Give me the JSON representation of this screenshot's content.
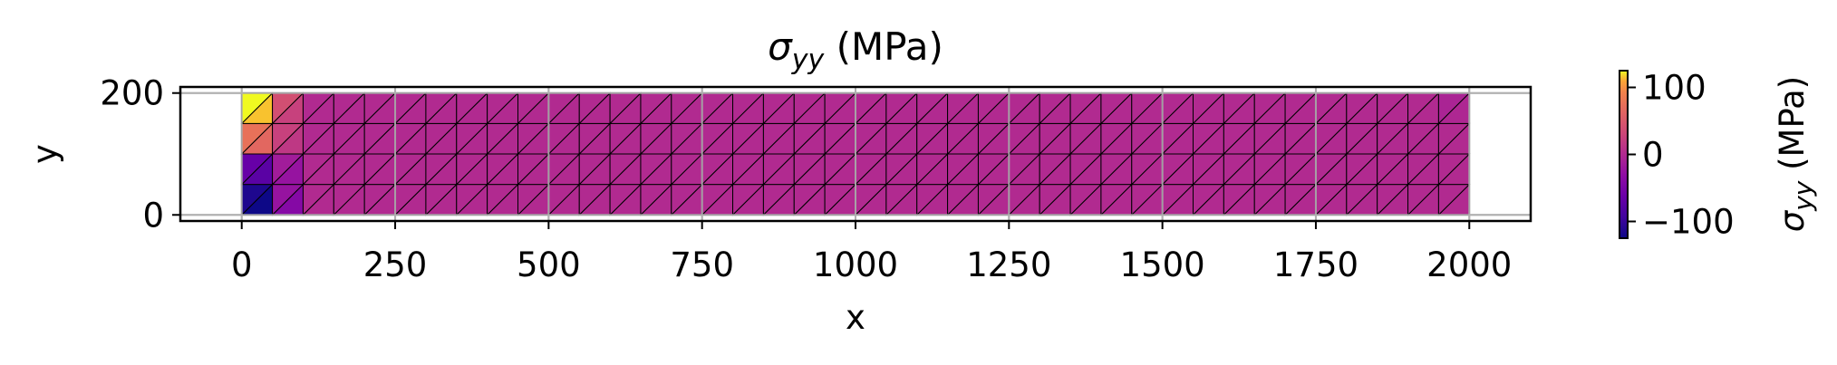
{
  "chart_data": {
    "type": "heatmap",
    "title_symbol": "σ",
    "title_subscript": "yy",
    "title_unit": " (MPa)",
    "xlabel": "x",
    "ylabel": "y",
    "xlim": [
      -100,
      2100
    ],
    "ylim": [
      -10,
      210
    ],
    "xticks": [
      "0",
      "250",
      "500",
      "750",
      "1000",
      "1250",
      "1500",
      "1750",
      "2000"
    ],
    "xtick_values": [
      0,
      250,
      500,
      750,
      1000,
      1250,
      1500,
      1750,
      2000
    ],
    "yticks": [
      "0",
      "200"
    ],
    "ytick_values": [
      0,
      200
    ],
    "grid": true,
    "colormap": "plasma",
    "mesh": {
      "x_range": [
        0,
        2000
      ],
      "y_range": [
        0,
        200
      ],
      "nx": 40,
      "ny": 4,
      "triangulation": "each square split by diagonal from lower-left to upper-right",
      "edge_color": "#000000"
    },
    "element_values_note": "sigma_yy per element (MPa); unlisted elements are about 0",
    "stress_field": [
      {
        "col": 0,
        "row": 0,
        "lower": -125,
        "upper": -115
      },
      {
        "col": 0,
        "row": 1,
        "lower": -75,
        "upper": -65
      },
      {
        "col": 0,
        "row": 2,
        "lower": 65,
        "upper": 75
      },
      {
        "col": 0,
        "row": 3,
        "lower": 115,
        "upper": 125
      },
      {
        "col": 1,
        "row": 0,
        "lower": -40,
        "upper": -25
      },
      {
        "col": 1,
        "row": 1,
        "lower": -25,
        "upper": -15
      },
      {
        "col": 1,
        "row": 2,
        "lower": 15,
        "upper": 25
      },
      {
        "col": 1,
        "row": 3,
        "lower": 25,
        "upper": 40
      },
      {
        "col": 39,
        "row": 3,
        "lower": -3,
        "upper": -6
      }
    ],
    "colorbar": {
      "label_symbol": "σ",
      "label_subscript": "yy",
      "label_unit": " (MPa)",
      "vmin": -125,
      "vmax": 125,
      "ticks": [
        "−100",
        "0",
        "100"
      ],
      "tick_values": [
        -100,
        0,
        100
      ]
    }
  }
}
